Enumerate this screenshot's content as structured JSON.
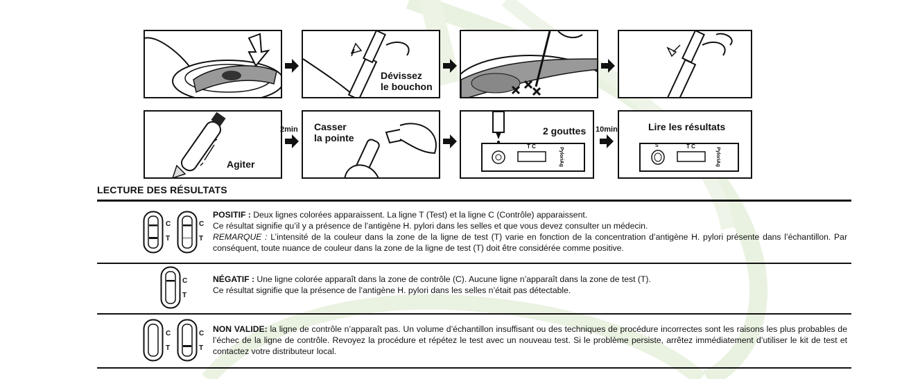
{
  "steps": {
    "unscrew_label": "Dévissez\nle bouchon",
    "shake_label": "Agiter",
    "break_label": "Casser\nla pointe",
    "drops_label": "2 gouttes",
    "read_label": "Lire les résultats",
    "time_1": "2min",
    "time_2": "10min",
    "cassette_text": "PyloriAg",
    "sample_mark": "S",
    "window_marks": "T C"
  },
  "section": {
    "title": "LECTURE DES RÉSULTATS"
  },
  "strip_letters": {
    "c": "C",
    "t": "T"
  },
  "results": {
    "positive": {
      "heading": "POSITIF :",
      "line1": " Deux lignes colorées apparaissent. La ligne T (Test) et la ligne C (Contrôle) apparaissent.",
      "line2": "Ce résultat signifie qu’il y a présence de l’antigène H. pylori dans les selles et que vous devez consulter un médecin.",
      "remark_label": "REMARQUE :",
      "remark_text": " L’intensité de la couleur dans la zone de la ligne de test (T) varie en fonction de la concentration d’antigène H. pylori présente dans l’échantillon. Par conséquent, toute nuance de couleur dans la zone de la ligne de test (T) doit être considérée comme positive."
    },
    "negative": {
      "heading": "NÉGATIF :",
      "line1": " Une ligne colorée apparaît dans la zone de contrôle (C). Aucune ligne n’apparaît dans la zone de test (T).",
      "line2": "Ce résultat signifie que la présence de l’antigène H. pylori dans les selles n’était pas détectable."
    },
    "invalid": {
      "heading": "NON VALIDE:",
      "text": " la ligne de contrôle n’apparaît pas. Un volume d’échantillon insuffisant ou des techniques de procédure incorrectes sont les raisons les plus probables de l’échec de la ligne de contrôle. Revoyez la procédure et répétez le test avec un nouveau test. Si le problème persiste, arrêtez immédiatement d’utiliser le kit de test et contactez votre distributeur local."
    }
  },
  "colors": {
    "ink": "#111111",
    "watermark": "#e6f0dc",
    "grey": "#bdbdbd"
  }
}
